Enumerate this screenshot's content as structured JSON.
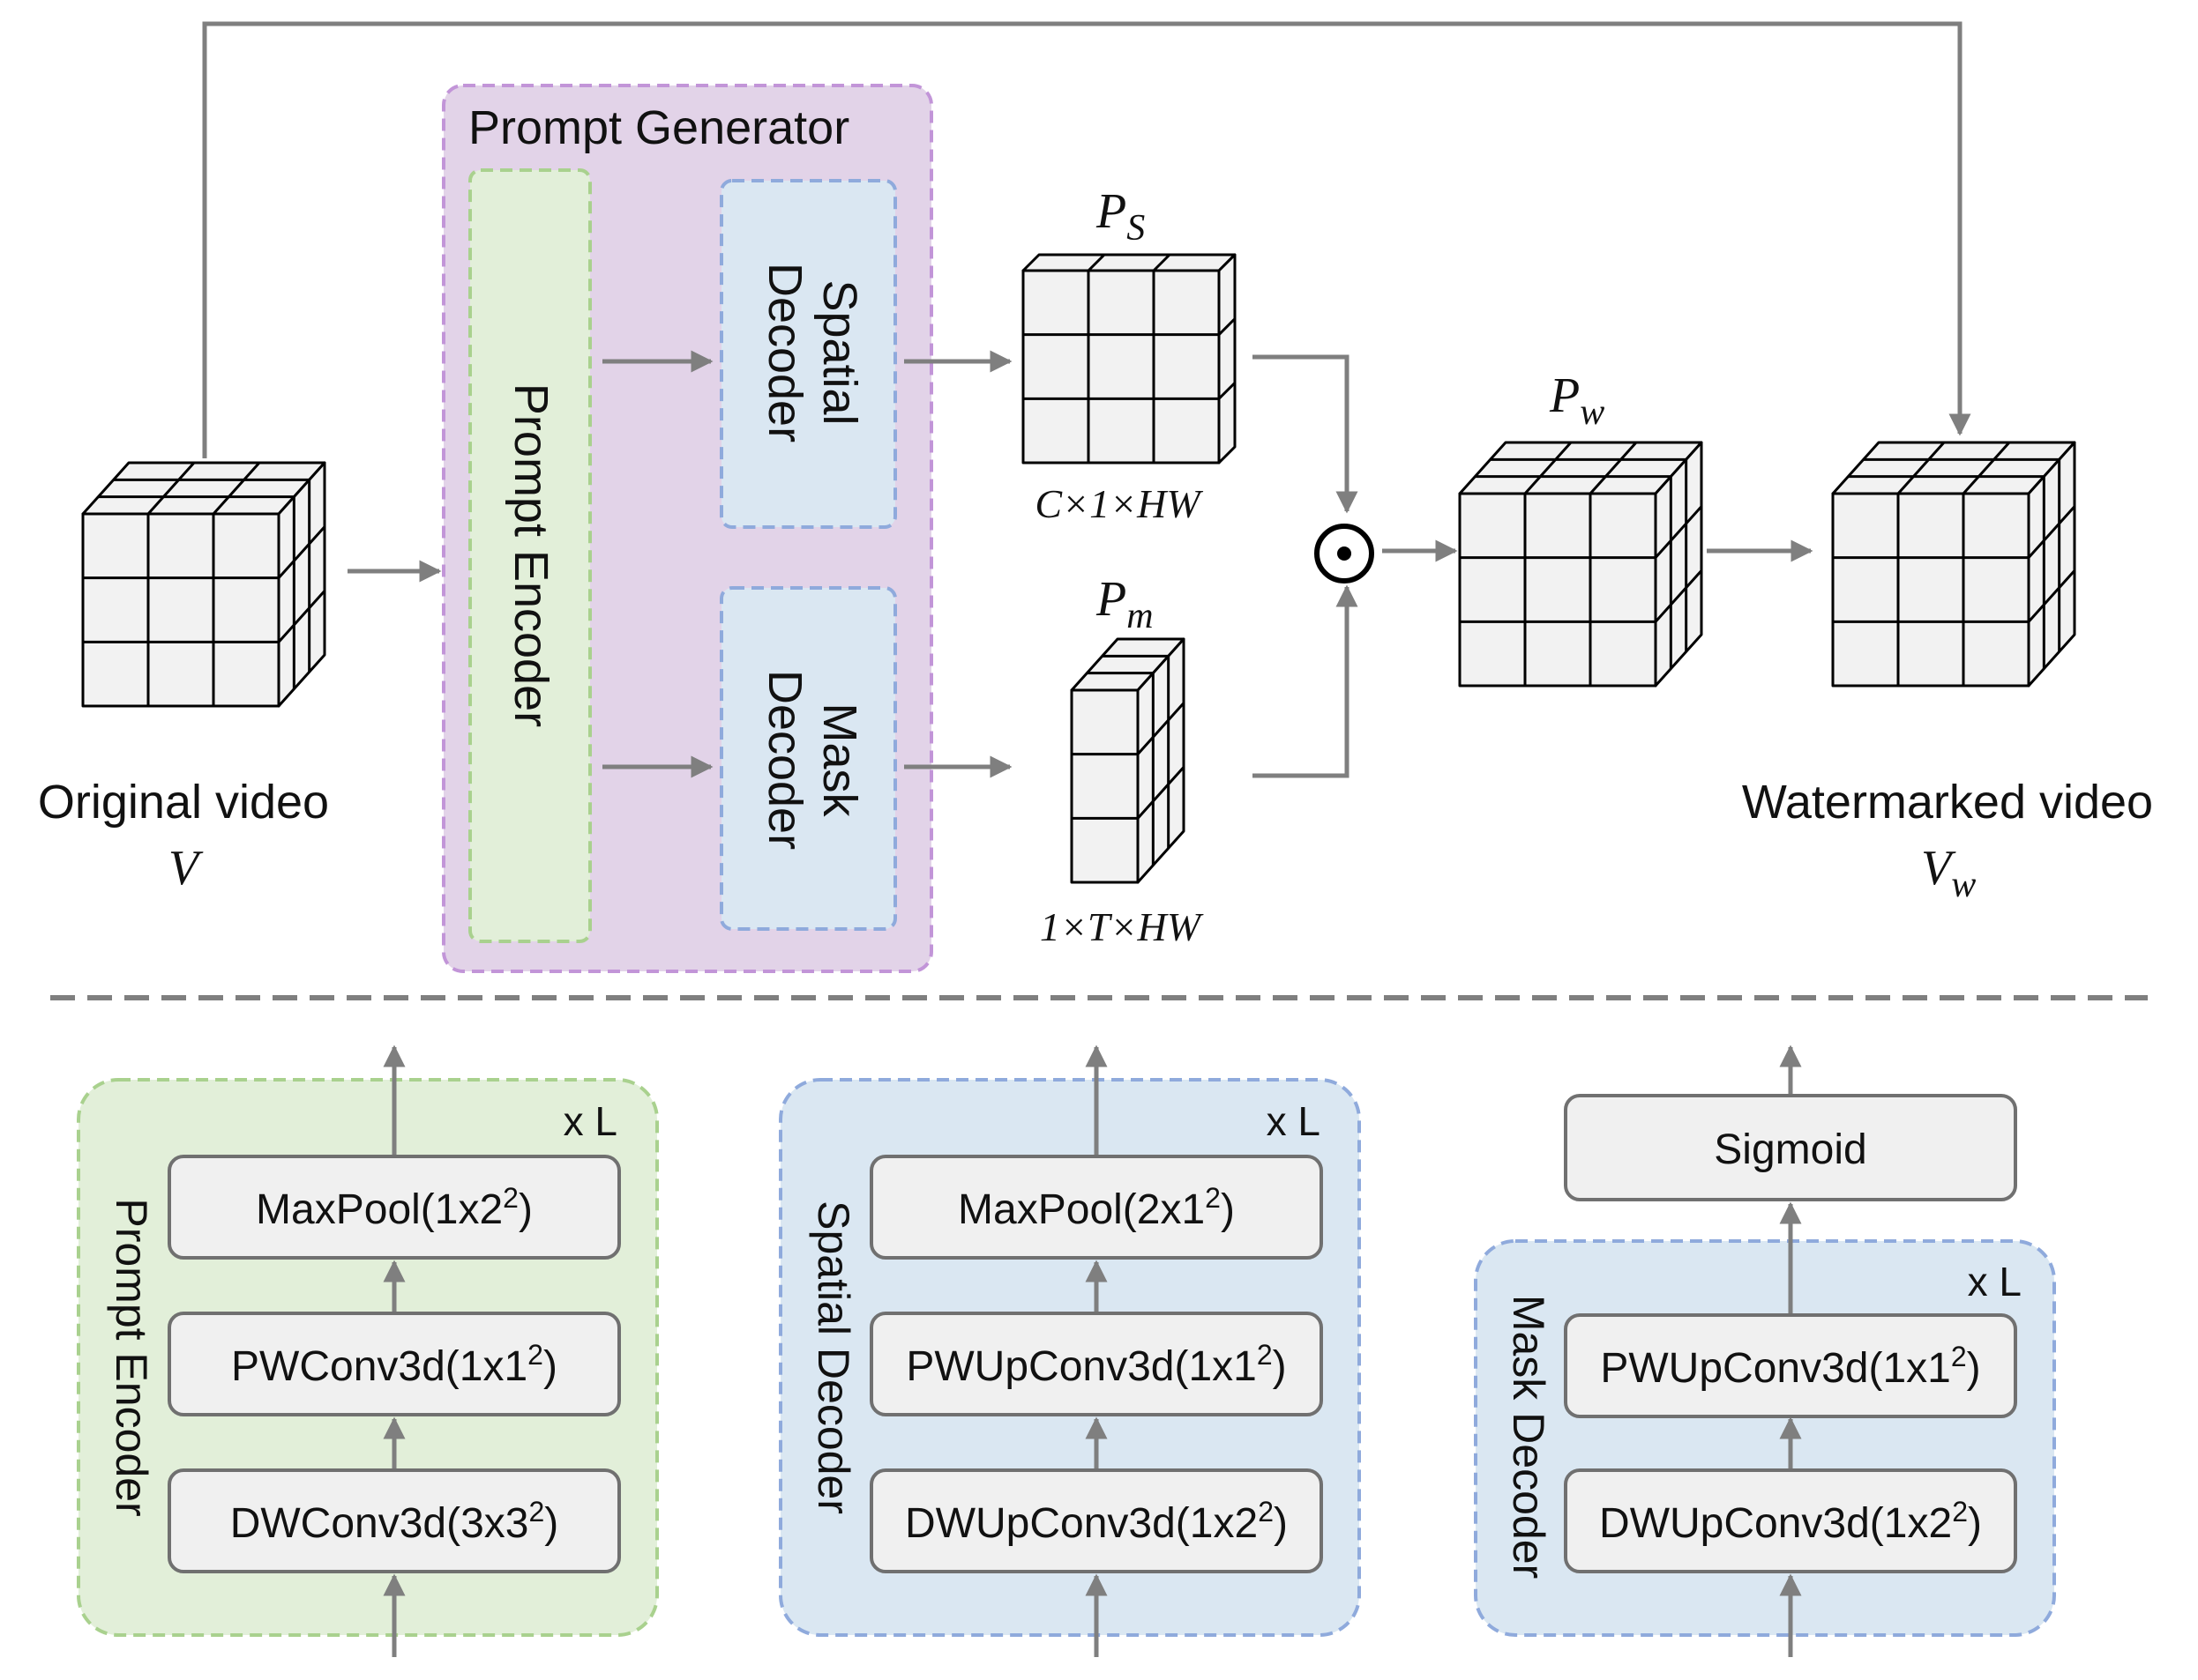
{
  "top": {
    "original_video": {
      "label": "Original video",
      "symbol": "V"
    },
    "watermarked_video": {
      "label": "Watermarked video",
      "symbol": "V",
      "sub": "w"
    },
    "prompt_generator": {
      "title": "Prompt Generator"
    },
    "prompt_encoder": {
      "label": "Prompt Encoder"
    },
    "spatial_decoder": {
      "line1": "Spatial",
      "line2": "Decoder"
    },
    "mask_decoder": {
      "line1": "Mask",
      "line2": "Decoder"
    },
    "ps": {
      "symbol": "P",
      "sub": "S",
      "dims": "C×1×HW"
    },
    "pm": {
      "symbol": "P",
      "sub": "m",
      "dims": "1×T×HW"
    },
    "pw": {
      "symbol": "P",
      "sub": "w"
    },
    "operator": "⊙"
  },
  "bottom": {
    "prompt_encoder": {
      "label": "Prompt Encoder",
      "repeat": "x L",
      "layers": [
        {
          "base": "MaxPool(1x2",
          "sup": "2",
          "tail": ")"
        },
        {
          "base": "PWConv3d(1x1",
          "sup": "2",
          "tail": ")"
        },
        {
          "base": "DWConv3d(3x3",
          "sup": "2",
          "tail": ")"
        }
      ]
    },
    "spatial_decoder": {
      "label": "Spatial Decoder",
      "repeat": "x L",
      "layers": [
        {
          "base": "MaxPool(2x1",
          "sup": "2",
          "tail": ")"
        },
        {
          "base": "PWUpConv3d(1x1",
          "sup": "2",
          "tail": ")"
        },
        {
          "base": "DWUpConv3d(1x2",
          "sup": "2",
          "tail": ")"
        }
      ]
    },
    "mask_decoder": {
      "label": "Mask Decoder",
      "repeat": "x L",
      "sigmoid": "Sigmoid",
      "layers": [
        {
          "base": "PWUpConv3d(1x1",
          "sup": "2",
          "tail": ")"
        },
        {
          "base": "DWUpConv3d(1x2",
          "sup": "2",
          "tail": ")"
        }
      ]
    }
  },
  "colors": {
    "purple_fill": "#e2d3e8",
    "purple_stroke": "#c295d8",
    "green_fill": "#e2efd9",
    "green_stroke": "#a9d18e",
    "blue_fill": "#dae7f2",
    "blue_stroke": "#8faadc",
    "layer_fill": "#f0f0f0",
    "layer_stroke": "#707070",
    "arrow": "#7f7f7f",
    "cube_fill": "#f2f2f2"
  }
}
